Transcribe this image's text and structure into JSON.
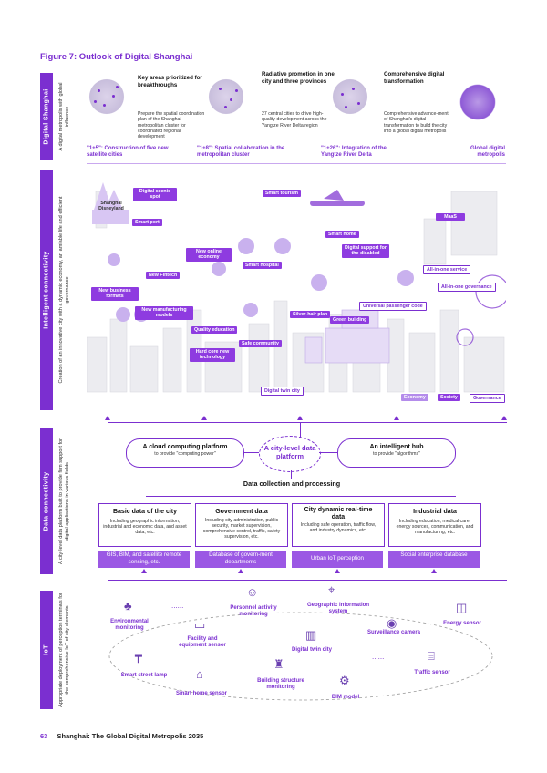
{
  "figure_title": "Figure 7: Outlook of Digital Shanghai",
  "sections": {
    "digital_shanghai": {
      "band": "Digital Shanghai",
      "desc": "A digital metropolis with global influence",
      "columns": [
        {
          "heading": "Key areas prioritized for breakthroughs",
          "text": "Prepare the spatial coordination plan of the Shanghai metropolitan cluster for coordinated regional development",
          "label": "\"1+5\": Construction of five new satellite cities"
        },
        {
          "heading": "Radiative promotion in one city and three provinces",
          "text": "27 central cities to drive high-quality development across the Yangtze River Delta region",
          "label": "\"1+8\": Spatial collaboration in the metropolitan cluster"
        },
        {
          "heading": "Comprehensive digital transformation",
          "text": "Comprehensive advance-ment of Shanghai's digital transformation to build the city into a global digital metropolis",
          "label": "\"1+26\": Integration of the Yangtze River Delta"
        }
      ],
      "last_label": "Global digital metropolis"
    },
    "intelligent": {
      "band": "Intelligent connectivity",
      "desc": "Creation of an innovative city with a dynamic economy, an amiable life and efficient governance",
      "disneyland": "Shanghai Disneyland",
      "tags": {
        "scenic": "Digital scenic spot",
        "tourism": "Smart tourism",
        "port": "Smart port",
        "maas": "MaaS",
        "home": "Smart home",
        "online": "New online economy",
        "hospital": "Smart hospital",
        "disabled": "Digital support for the disabled",
        "fintech": "New Fintech",
        "allinone_service": "All-in-one service",
        "allinone_gov": "All-in-one governance",
        "business": "New business formats",
        "manufacturing": "New manufacturing models",
        "passenger": "Universal passenger code",
        "silver": "Silver-hair plan",
        "green": "Green building",
        "education": "Quality education",
        "safe": "Safe community",
        "hardcore": "Hard core new technology",
        "twin": "Digital twin city",
        "economy": "Economy",
        "society": "Society",
        "governance": "Governance"
      }
    },
    "data": {
      "band": "Data connectivity",
      "desc": "A city-level data platform built to provide firm support for digital applications in various fields",
      "cloud_title": "A cloud computing platform",
      "cloud_sub": "to provide \"computing power\"",
      "platform": "A city-level data platform",
      "hub_title": "An intelligent hub",
      "hub_sub": "to provide \"algorithms\"",
      "collection": "Data collection and processing",
      "boxes": [
        {
          "title": "Basic data of the city",
          "text": "Including geographic information, industrial and economic data, and asset data, etc.",
          "source": "GIS, BIM, and satellite remote sensing, etc."
        },
        {
          "title": "Government data",
          "text": "Including city administration, public security, market supervision, comprehensive control, traffic, safety supervision, etc.",
          "source": "Database of govern-ment departments"
        },
        {
          "title": "City dynamic real-time data",
          "text": "Including safe operation, traffic flow, and industry dynamics, etc.",
          "source": "Urban IoT perception"
        },
        {
          "title": "Industrial data",
          "text": "Including education, medical care, energy sources, communication, and manufacturing, etc.",
          "source": "Social enterprise database"
        }
      ]
    },
    "iot": {
      "band": "IoT",
      "desc": "Appropriate deployment of perception terminals for the comprehensive IoT of city elements",
      "ellipsis": "......",
      "items": {
        "env": "Environmental monitoring",
        "personnel": "Personnel activity monitoring",
        "geo": "Geographic information system",
        "energy": "Energy sensor",
        "facility": "Facility and equipment sensor",
        "twin": "Digital twin city",
        "surveillance": "Surveillance camera",
        "lamp": "Smart street lamp",
        "traffic": "Traffic sensor",
        "homesensor": "Smart home sensor",
        "building": "Building structure monitoring",
        "bim": "BIM model"
      }
    }
  },
  "footer": {
    "page": "63",
    "title": "Shanghai: The Global Digital Metropolis 2035"
  }
}
